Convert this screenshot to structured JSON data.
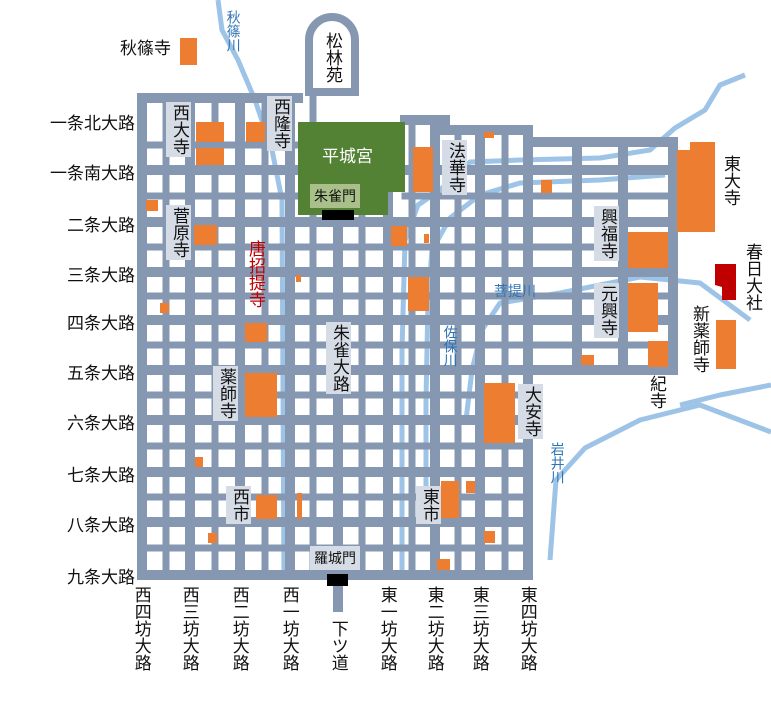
{
  "colors": {
    "road": "#8597b1",
    "palace": "#548235",
    "temple": "#ed7d31",
    "shrine": "#c00000",
    "river": "#9dc3e6",
    "river_text": "#2e75b6",
    "label_bg": "#d6dce5"
  },
  "palace": "平城宮",
  "gates": {
    "suzaku": "朱雀門",
    "rajo": "羅城門"
  },
  "shorinen": "松林苑",
  "shimotsumichi": "下ツ道",
  "suzaku_oji": "朱雀大路",
  "rows": [
    "一条北大路",
    "一条南大路",
    "二条大路",
    "三条大路",
    "四条大路",
    "五条大路",
    "六条大路",
    "七条大路",
    "八条大路",
    "九条大路"
  ],
  "cols": [
    "西四坊大路",
    "西三坊大路",
    "西二坊大路",
    "西一坊大路",
    "東一坊大路",
    "東二坊大路",
    "東三坊大路",
    "東四坊大路"
  ],
  "temples": {
    "akishino": "秋篠寺",
    "saidaiji": "西大寺",
    "sairyuji": "西隆寺",
    "hokkeji": "法華寺",
    "todaiji": "東大寺",
    "kofukuji": "興福寺",
    "kasuga": "春日大社",
    "gangoji": "元興寺",
    "shinyakushiji": "新薬師寺",
    "sugawara": "菅原寺",
    "toshodaiji": "唐招提寺",
    "yakushiji": "薬師寺",
    "daianji": "大安寺",
    "kidera": "紀寺"
  },
  "markets": {
    "west": "西市",
    "east": "東市"
  },
  "rivers": {
    "akishino": "秋篠川",
    "bodai": "菩提川",
    "saho": "佐保川",
    "iwai": "岩井川"
  }
}
